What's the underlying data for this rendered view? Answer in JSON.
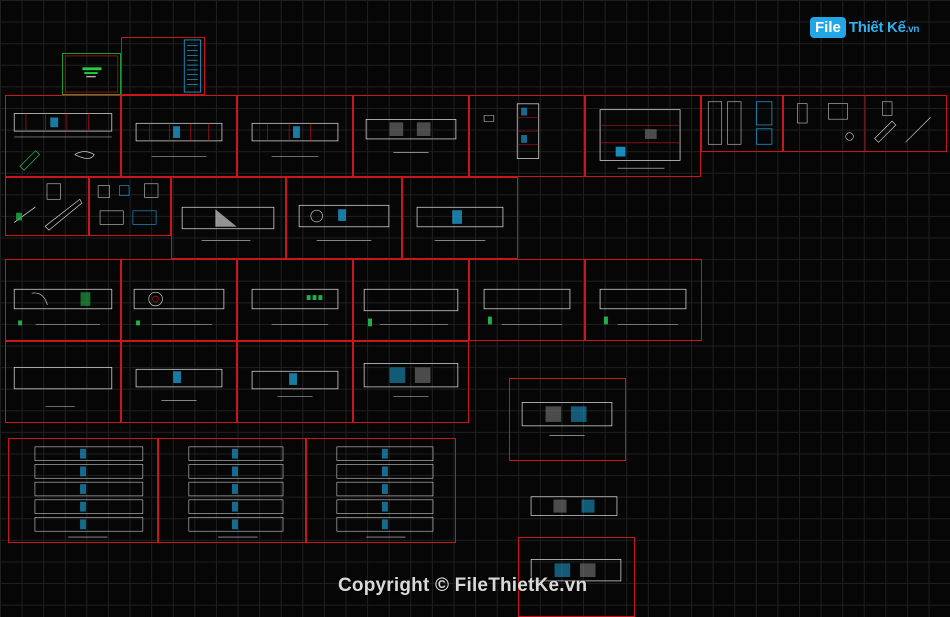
{
  "watermark": {
    "logo_badge": "File",
    "logo_text": "Thiết Kế",
    "logo_domain": ".vn",
    "copyright": "Copyright © FileThietKe.vn"
  },
  "viewport": {
    "background": "#060606",
    "grid_color": "#1f1f1f",
    "sheet_border": "#c8161c"
  },
  "drawing_sheets": [
    {
      "id": "cover",
      "kind": "cover"
    },
    {
      "id": "index",
      "kind": "index"
    },
    {
      "id": "r1-1",
      "kind": "plan"
    },
    {
      "id": "r1-2",
      "kind": "plan"
    },
    {
      "id": "r1-3",
      "kind": "plan"
    },
    {
      "id": "r1-4",
      "kind": "plan"
    },
    {
      "id": "r1-5",
      "kind": "elevation"
    },
    {
      "id": "r1-6",
      "kind": "section"
    },
    {
      "id": "r1-7",
      "kind": "detail"
    },
    {
      "id": "r1-8",
      "kind": "detail"
    },
    {
      "id": "r2-1",
      "kind": "stair"
    },
    {
      "id": "r2-2",
      "kind": "detail"
    },
    {
      "id": "r2-3",
      "kind": "plan"
    },
    {
      "id": "r2-4",
      "kind": "plan"
    },
    {
      "id": "r2-5",
      "kind": "plan"
    },
    {
      "id": "r3-1",
      "kind": "plan"
    },
    {
      "id": "r3-2",
      "kind": "plan"
    },
    {
      "id": "r3-3",
      "kind": "plan"
    },
    {
      "id": "r3-4",
      "kind": "plan"
    },
    {
      "id": "r3-5",
      "kind": "plan"
    },
    {
      "id": "r3-6",
      "kind": "plan"
    },
    {
      "id": "r4-1",
      "kind": "plan"
    },
    {
      "id": "r4-2",
      "kind": "plan"
    },
    {
      "id": "r4-3",
      "kind": "plan"
    },
    {
      "id": "r4-4",
      "kind": "plan"
    },
    {
      "id": "r5-1",
      "kind": "stack"
    },
    {
      "id": "r5-2",
      "kind": "stack"
    },
    {
      "id": "r5-3",
      "kind": "stack"
    },
    {
      "id": "mid-1",
      "kind": "plan"
    },
    {
      "id": "mid-2",
      "kind": "plan"
    },
    {
      "id": "mid-3",
      "kind": "plan"
    }
  ]
}
